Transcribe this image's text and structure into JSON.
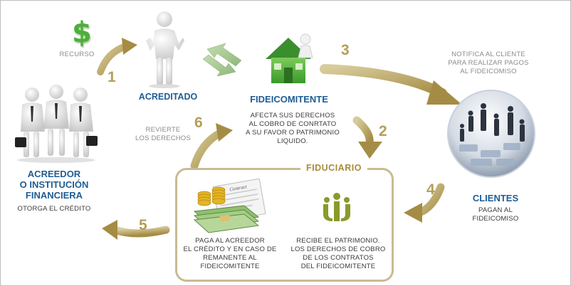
{
  "labels": {
    "recurso": "RECURSO",
    "acreditado": "ACREDITADO",
    "fideicomitente": "FIDEICOMITENTE",
    "fideicomitente_desc": "AFECTA SUS DERECHOS\nAL COBRO DE CONRTATO\nA SU FAVOR O PATRIMONIO\nLIQUIDO.",
    "notifica": "NOTIFICA AL CLIENTE\nPARA REALIZAR PAGOS\nAL FIDEICOMISO",
    "clientes": "CLIENTES",
    "clientes_desc": "PAGAN AL\nFIDEICOMISO",
    "revierte": "REVIERTE\nLOS DERECHOS",
    "acreedor": "ACREEDOR\nO INSTITUCIÓN\nFINANCIERA",
    "otorga": "OTORGA EL CRÉDITO",
    "fiduciario": "FIDUCIARIO",
    "contract": "Contract",
    "paga_desc": "PAGA AL ACREEDOR\nEL CRÉDITO Y EN CASO DE\nREMANENTE AL\nFIDEICOMITENTE",
    "recibe_desc": "RECIBE EL PATRIMONIO.\nLOS DERECHOS DE COBRO\nDE LOS CONTRATOS\nDEL FIDEICOMITENTE"
  },
  "steps": [
    "1",
    "2",
    "3",
    "4",
    "5",
    "6"
  ],
  "icons": {
    "dollar": "dollar-icon",
    "person": "person-icon",
    "house": "house-icon",
    "exchange": "exchange-arrows-icon",
    "business_team": "business-team-icon",
    "clients": "clients-puzzle-icon",
    "money": "money-contract-icon",
    "fiduciary_logo": "fiduciary-logo-icon"
  },
  "colors": {
    "blue_title": "#1f5d93",
    "arrow_gold": "#b49e58",
    "box_border": "#c8bb93",
    "fiduciario_title": "#a88c3f",
    "green": "#3fa535"
  }
}
